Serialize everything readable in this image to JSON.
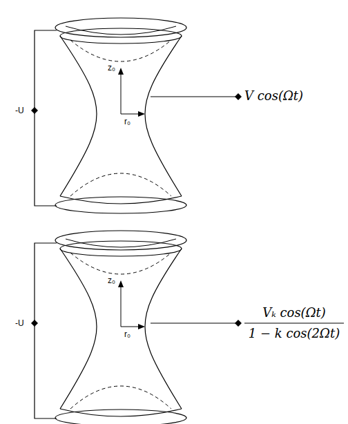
{
  "diagram": {
    "labels": [
      "-U",
      "z₀",
      "r₀",
      "V cos(Ωt)",
      "-U",
      "z₀",
      "r₀",
      "Vₖ cos(Ωt)",
      "1 − k cos(2Ωt)"
    ]
  }
}
